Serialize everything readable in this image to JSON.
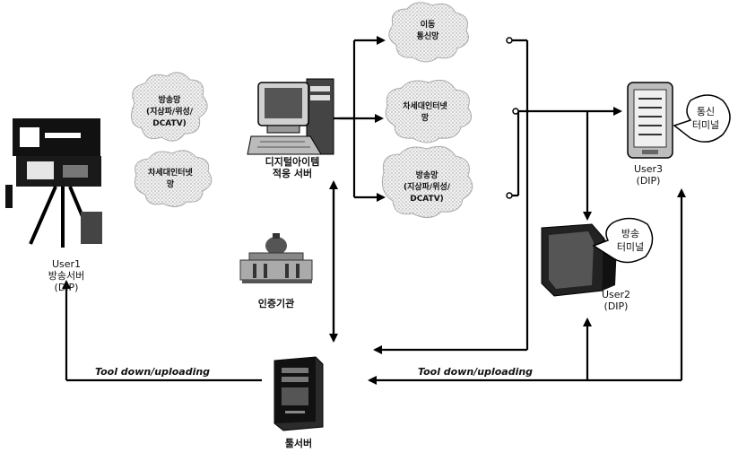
{
  "user1": {
    "line1": "User1",
    "line2": "방송서버",
    "line3": "(DIP)"
  },
  "user2": {
    "line1": "User2",
    "line2": "(DIP)"
  },
  "user3": {
    "line1": "User3",
    "line2": "(DIP)"
  },
  "adaptation_server": {
    "line1": "디지털아이템",
    "line2": "적응 서버"
  },
  "cert_authority": "인증기관",
  "tool_server": "툴서버",
  "tool_left": "Tool down/uploading",
  "tool_right": "Tool down/uploading",
  "clouds": {
    "left_broadcast": [
      "방송망",
      "(지상파/위성/",
      "DCATV)"
    ],
    "left_internet": [
      "차세대인터넷",
      "망"
    ],
    "mobile": [
      "이동",
      "통신망"
    ],
    "internet": [
      "차세대인터넷",
      "망"
    ],
    "broadcast": [
      "방송망",
      "(지상파/위성/",
      "DCATV)"
    ]
  },
  "bubble_comm": [
    "통신",
    "터미널"
  ],
  "bubble_broadcast": [
    "방송",
    "터미널"
  ]
}
